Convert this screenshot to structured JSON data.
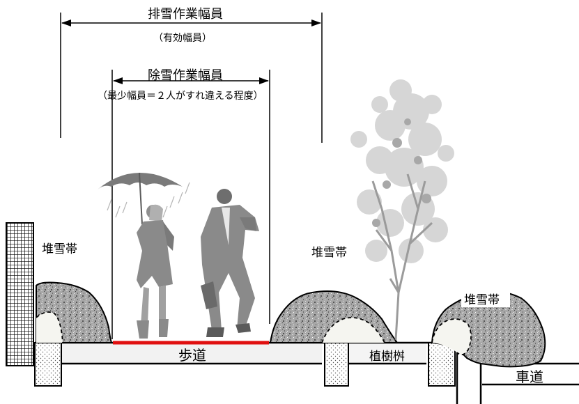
{
  "dimensions": {
    "outer_title": "排雪作業幅員",
    "outer_sub": "（有効幅員）",
    "inner_title": "除雪作業幅員",
    "inner_sub": "（最少幅員＝２人がすれ違える程度）"
  },
  "labels": {
    "snow_left": "堆雪帯",
    "snow_mid": "堆雪帯",
    "snow_right": "堆雪帯",
    "sidewalk": "歩道",
    "planter": "植樹桝",
    "roadway": "車道"
  },
  "colors": {
    "red_line": "#e01010",
    "snow_fill": "#9a9a9a",
    "pavement": "#f2f2f2"
  }
}
